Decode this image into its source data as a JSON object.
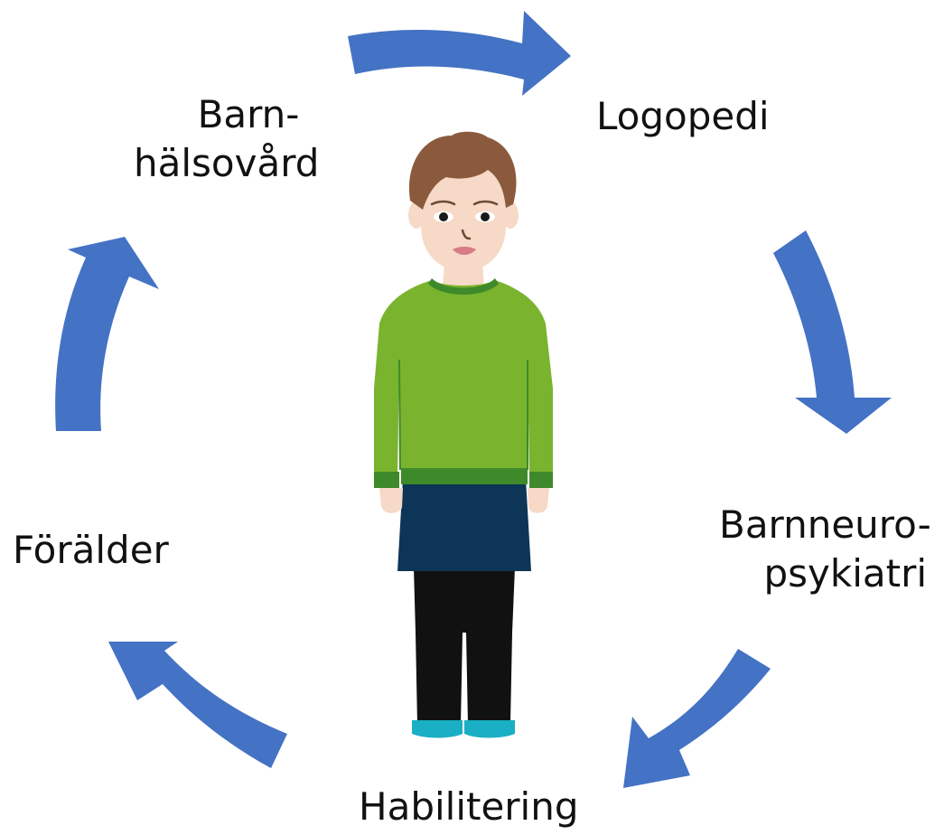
{
  "nodes": {
    "barnhalsovard": {
      "line1": "Barn-",
      "line2": "hälsovård"
    },
    "logopedi": {
      "line1": "Logopedi"
    },
    "barnneuropsykiatri": {
      "line1": "Barnneuro-",
      "line2": "psykiatri"
    },
    "habilitering": {
      "line1": "Habilitering"
    },
    "foralder": {
      "line1": "Förälder"
    }
  },
  "colors": {
    "arrow": "#4472C4",
    "sweater": "#7AB32E",
    "sweater_trim": "#3E8A2A",
    "skirt": "#0D3557",
    "tights": "#111111",
    "shoes": "#1AAFC4",
    "hair": "#8B5A3C",
    "skin": "#F6D9C6"
  },
  "illustration": "child-figure"
}
